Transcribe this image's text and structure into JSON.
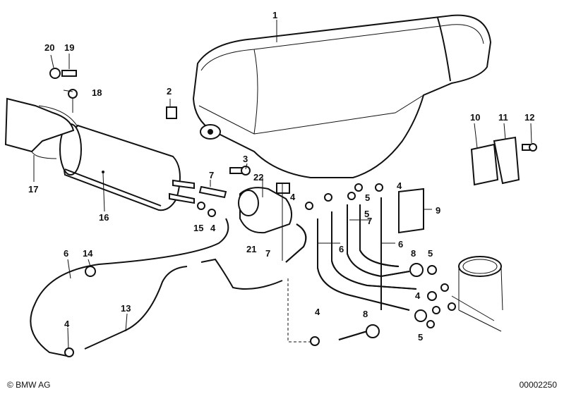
{
  "callouts": [
    "1",
    "2",
    "3",
    "4",
    "5",
    "6",
    "7",
    "8",
    "9",
    "10",
    "11",
    "12",
    "13",
    "14",
    "15",
    "16",
    "17",
    "18",
    "19",
    "20",
    "21",
    "22"
  ],
  "footer": {
    "brand": "© BMW AG",
    "code": "00002250"
  }
}
